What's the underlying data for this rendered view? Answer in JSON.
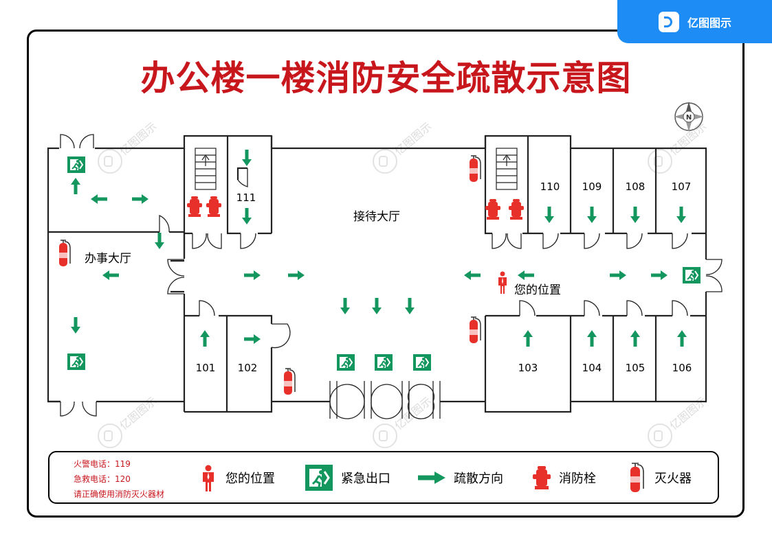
{
  "brand": {
    "name": "亿图图示"
  },
  "title": "办公楼一楼消防安全疏散示意图",
  "compass": {
    "label": "N"
  },
  "watermark": "亿图图示",
  "rooms": {
    "r101": "101",
    "r102": "102",
    "r103": "103",
    "r104": "104",
    "r105": "105",
    "r106": "106",
    "r107": "107",
    "r108": "108",
    "r109": "109",
    "r110": "110",
    "r111": "111"
  },
  "halls": {
    "reception": "接待大厅",
    "office": "办事大厅"
  },
  "you_are_here": "您的位置",
  "legend": {
    "phones": [
      "火警电话：119",
      "急救电话：120",
      "请正确使用消防灭火器材"
    ],
    "items": [
      {
        "icon": "person-marker-icon",
        "label": "您的位置"
      },
      {
        "icon": "emergency-exit-icon",
        "label": "紧急出口"
      },
      {
        "icon": "evacuation-arrow-icon",
        "label": "疏散方向"
      },
      {
        "icon": "fire-hydrant-icon",
        "label": "消防栓"
      },
      {
        "icon": "fire-extinguisher-icon",
        "label": "灭火器"
      }
    ]
  },
  "colors": {
    "title": "#c8161d",
    "arrow": "#14965f",
    "fire": "#e8302a",
    "brand": "#1e8cf5"
  }
}
